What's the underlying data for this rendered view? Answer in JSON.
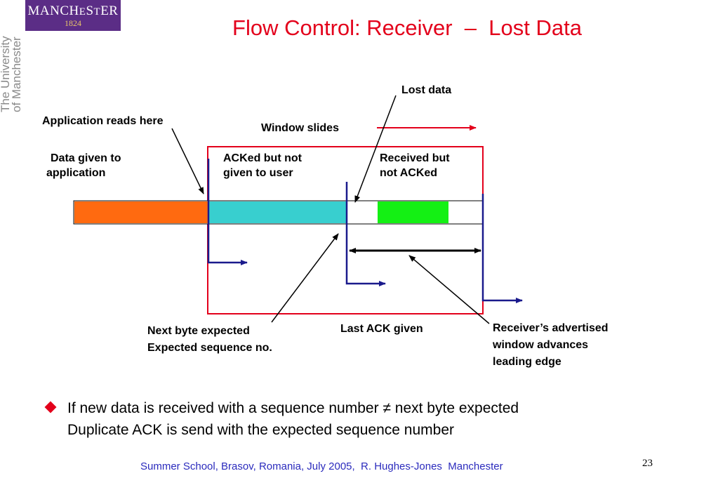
{
  "logo": {
    "name_a": "MANCH",
    "name_b": "E",
    "name_c": "S",
    "name_d": "T",
    "name_e": "ER",
    "year": "1824"
  },
  "side_text": {
    "line1": "The University",
    "line2": "of Manchester"
  },
  "title": "Flow Control: Receiver  –  Lost Data",
  "labels": {
    "lost_data": "Lost data",
    "app_reads": "Application reads here",
    "window_slides": "Window slides",
    "data_given_1": "Data given to",
    "data_given_2": "application",
    "acked_1": "ACKed but not",
    "acked_2": "given to user",
    "received_1": "Received but",
    "received_2": "not ACKed",
    "next_byte_1": "Next byte expected",
    "next_byte_2": "Expected sequence no.",
    "last_ack": "Last ACK given",
    "adv_1": "Receiver’s advertised",
    "adv_2": "window advances",
    "adv_3": "leading edge"
  },
  "bullet": {
    "line1": "If new data is received with a sequence number ≠ next byte expected",
    "line2": "Duplicate ACK is send with the expected sequence number"
  },
  "footer": "Summer School, Brasov, Romania, July 2005,  R. Hughes-Jones  Manchester",
  "page_number": "23",
  "colors": {
    "title": "#e3001b",
    "given_to_app": "#ff6a10",
    "acked": "#38cfcf",
    "received": "#14f014",
    "window_border": "#e3001b",
    "pointer": "#1a1a8c",
    "logo_bg": "#5b2d86"
  }
}
